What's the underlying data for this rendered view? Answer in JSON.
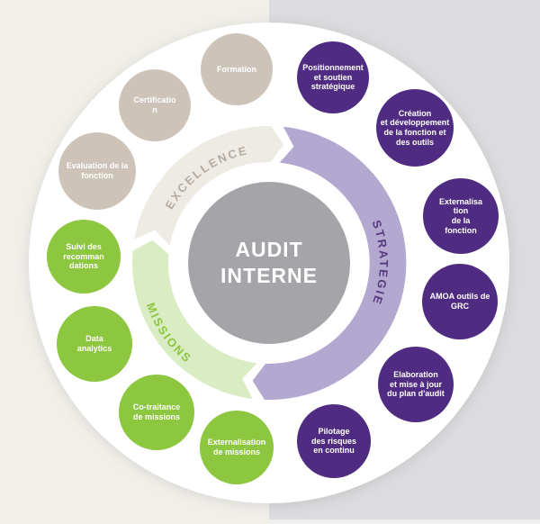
{
  "center": {
    "label": "AUDIT\nINTERNE"
  },
  "rings": [
    {
      "id": "excellence",
      "label": "EXCELLENCE",
      "band_color": "#edebe4",
      "label_color": "#b4aba1"
    },
    {
      "id": "strategie",
      "label": "STRATEGIE",
      "band_color": "#b3a8cf",
      "label_color": "#563a80"
    },
    {
      "id": "missions",
      "label": "MISSIONS",
      "band_color": "#d9ecc3",
      "label_color": "#8cc63e"
    }
  ],
  "bubbles": [
    {
      "id": "formation",
      "category": "excellence",
      "label": "Formation"
    },
    {
      "id": "certification",
      "category": "excellence",
      "label": "Certificatio\nn"
    },
    {
      "id": "evaluation-fonction",
      "category": "excellence",
      "label": "Evaluation de la\nfonction"
    },
    {
      "id": "suivi-recommandations",
      "category": "missions",
      "label": "Suivi des\nrecomman\ndations"
    },
    {
      "id": "data-analytics",
      "category": "missions",
      "label": "Data\nanalytics"
    },
    {
      "id": "co-traitance-missions",
      "category": "missions",
      "label": "Co-traitance\nde missions"
    },
    {
      "id": "externalisation-missions",
      "category": "missions",
      "label": "Externalisation\nde missions"
    },
    {
      "id": "positionnement-soutien",
      "category": "strategie",
      "label": "Positionnement\net soutien\nstratégique"
    },
    {
      "id": "creation-developpement",
      "category": "strategie",
      "label": "Création\net développement\nde la fonction et\ndes outils"
    },
    {
      "id": "externalisation-fonction",
      "category": "strategie",
      "label": "Externalisa\ntion\nde la\nfonction"
    },
    {
      "id": "amoa-outils-grc",
      "category": "strategie",
      "label": "AMOA outils de\nGRC"
    },
    {
      "id": "elaboration-plan-audit",
      "category": "strategie",
      "label": "Elaboration\net mise à jour\ndu plan d'audit"
    },
    {
      "id": "pilotage-risques",
      "category": "strategie",
      "label": "Pilotage\ndes risques\nen continu"
    }
  ],
  "colors": {
    "background_left": "#f1efea",
    "background_right": "#dcdcde",
    "outer_disc": "#ffffff",
    "center_circle": "#a5a4a8",
    "bubble_taupe": "#cdc3b8",
    "bubble_green": "#8dc63f",
    "bubble_purple": "#4f2c82",
    "bubble_text": "#ffffff"
  }
}
